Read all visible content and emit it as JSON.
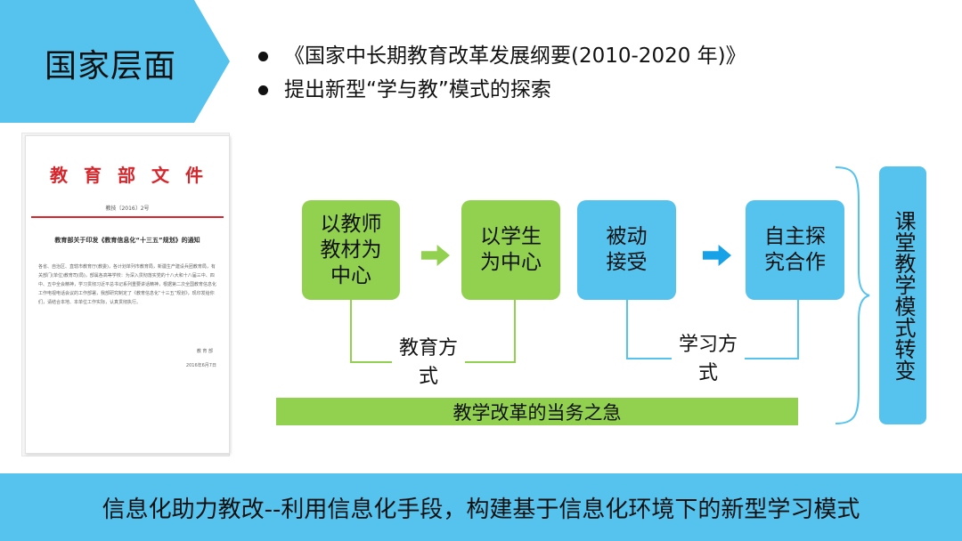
{
  "header": {
    "title": "国家层面"
  },
  "bullets": [
    "《国家中长期教育改革发展纲要(2010-2020 年)》",
    "提出新型“学与教”模式的探索"
  ],
  "document": {
    "heading": "教育部文件",
    "number": "教技〔2016〕2号",
    "subject": "教育部关于印发《教育信息化“十三五”规划》的通知",
    "body": "各省、自治区、直辖市教育厅(教委)，各计划单列市教育局，新疆生产建设兵团教育局，有关部门(单位)教育司(局)，部属各高等学校：为深入贯彻落实党的十八大和十八届三中、四中、五中全会精神，学习贯彻习近平总书记系列重要讲话精神，根据第二次全国教育信息化工作电视电话会议的工作部署，我部研究制定了《教育信息化“十三五”规划》，现印发给你们，请结合本地、本单位工作实际，认真贯彻执行。",
    "signature": "教 育 部",
    "date": "2016年6月7日"
  },
  "diagram": {
    "teacher_center": "以教师教材为中心",
    "student_center": "以学生为中心",
    "passive": "被动接受",
    "active": "自主探究合作",
    "group1_label": "教育方式",
    "group2_label": "学习方式",
    "urgent": "教学改革的当务之急",
    "conclusion": "课堂教学模式转变"
  },
  "footer": {
    "text": "信息化助力教改--利用信息化手段，构建基于信息化环境下的新型学习模式"
  },
  "colors": {
    "blue": "#55c3ee",
    "green": "#92d050",
    "red": "#d8262c"
  }
}
